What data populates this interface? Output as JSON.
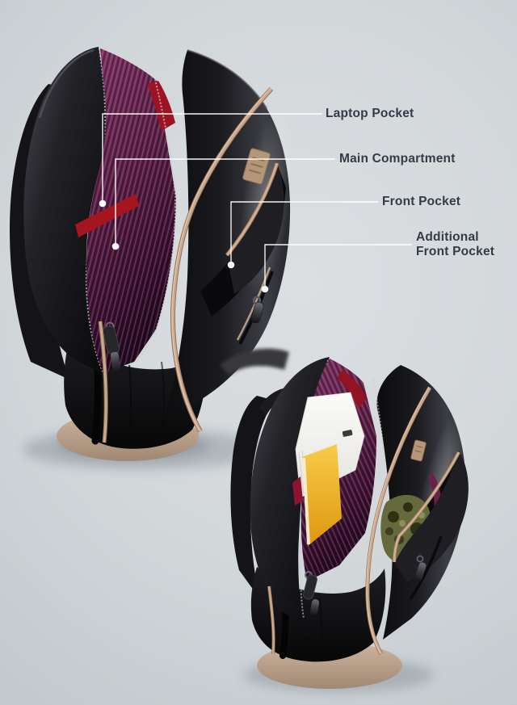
{
  "callouts": [
    {
      "id": "laptop-pocket",
      "label": "Laptop Pocket"
    },
    {
      "id": "main-compartment",
      "label": "Main Compartment"
    },
    {
      "id": "front-pocket",
      "label": "Front Pocket"
    },
    {
      "id": "additional-front-pocket",
      "label": "Additional\nFront Pocket"
    }
  ],
  "colors": {
    "label_text": "#333b46",
    "leader_line": "#ffffff",
    "background_center": "#dcdfe2",
    "background_edge": "#b9c1c5",
    "bag_leather_black": "#17171b",
    "trim_tan": "#c9a88e",
    "lining_purple": "#5e2147",
    "lining_red": "#a5151f",
    "base_suede_tan": "#b49a85",
    "notebook_white": "#f2f2ef",
    "notebook_yellow": "#efaf25",
    "camo_olive": "#656a3c"
  }
}
